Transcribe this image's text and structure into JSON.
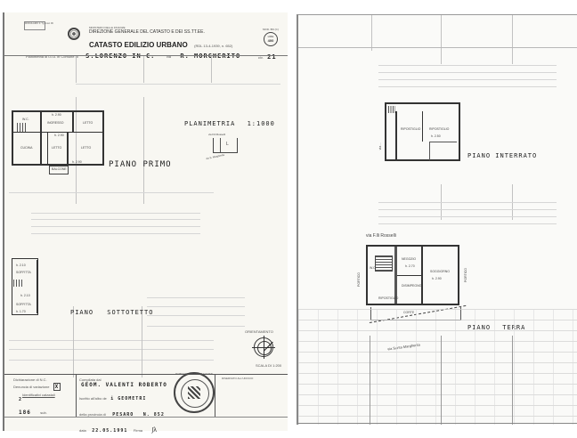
{
  "header": {
    "form_code": "MODULARIO\nF. Tg. mod. 96",
    "ministry": "MINISTERO DELLE FINANZE",
    "directorate": "DIREZIONE GENERALE DEL CATASTO E DEI SS.TT.EE.",
    "title": "CATASTO EDILIZIO URBANO",
    "law_ref": "(RDL 13-4-1939, n. 652)",
    "model_code": "MOD. BN (C)",
    "price_label": "LIRE",
    "price_value": "400",
    "planimetry_label": "Planimetria di u.i.u. in Comune di",
    "comune": "S.LORENZO IN C.",
    "via_label": "via",
    "via_value": "R. MORGHERITO",
    "civ_label": "civ.",
    "civ_value": "21"
  },
  "left_page": {
    "plans": [
      {
        "name": "piano-primo",
        "title": "PIANO PRIMO",
        "rooms": [
          "W.C.",
          "INGRESSO",
          "LETTO",
          "CUCINA",
          "LETTO",
          "LETTO",
          "BALCONE"
        ],
        "heights": [
          "h. 2.90",
          "h. 2.90",
          "h. 2.90"
        ]
      },
      {
        "name": "planimetria",
        "title": "PLANIMETRIA",
        "scale": "1:1000",
        "streets": [
          "via F.lli Rosselli",
          "via S. Margherita"
        ],
        "marker": "L"
      },
      {
        "name": "piano-sottotetto",
        "title": "PIANO SOTTOTETTO",
        "rooms": [
          "SOFFITTA",
          "SOFFITTA"
        ],
        "heights": [
          "h. 2.10",
          "h. 2.10",
          "h. 1.70"
        ]
      }
    ],
    "orientation_label": "ORIENTAMENTO",
    "scale_label": "SCALA DI 1:200"
  },
  "footer": {
    "declaration_label": "Dichiarazione di N.C.",
    "variation_label": "Denuncia di variazione",
    "variation_mark": "X",
    "cadastral_ids_label": "Identificativi catastali",
    "sheet_value": "2",
    "particle_value": "186",
    "sub_label": "sub.",
    "compiled_by_label": "Compilata dal",
    "compiler_name": "GEOM. VALENTI ROBERTO",
    "registered_label": "Iscritto all'albo de",
    "registry": "i GEOMETRI",
    "province_label": "della provincia di",
    "province": "PESARO",
    "number": "N. 852",
    "date_label": "data",
    "date_value": "22.05.1991",
    "signature_label": "Firma",
    "stamp_text": "ROBERTO VALENTI GEOMETRA",
    "reserved_label": "RISERVATO ALL'UFFICIO"
  },
  "right_page": {
    "plans": [
      {
        "name": "piano-interrato",
        "title": "PIANO INTERRATO",
        "rooms": [
          "RIPOSTIGLIO",
          "RIPOSTIGLIO"
        ],
        "heights": [
          "h. 2.50"
        ],
        "street_label": "via ..."
      },
      {
        "name": "piano-terra",
        "title": "PIANO TERRA",
        "rooms": [
          "NEGOZIO",
          "SOGGIORNO",
          "DISIMPEGNO",
          "W.C.",
          "RIPOSTIGLIO",
          "CORTE"
        ],
        "heights": [
          "h. 2.70",
          "h. 2.90"
        ],
        "streets": [
          "via F.lli Rosselli",
          "via Santa Margherita"
        ],
        "labels": [
          "PORTICO",
          "PORTICO"
        ]
      }
    ]
  }
}
